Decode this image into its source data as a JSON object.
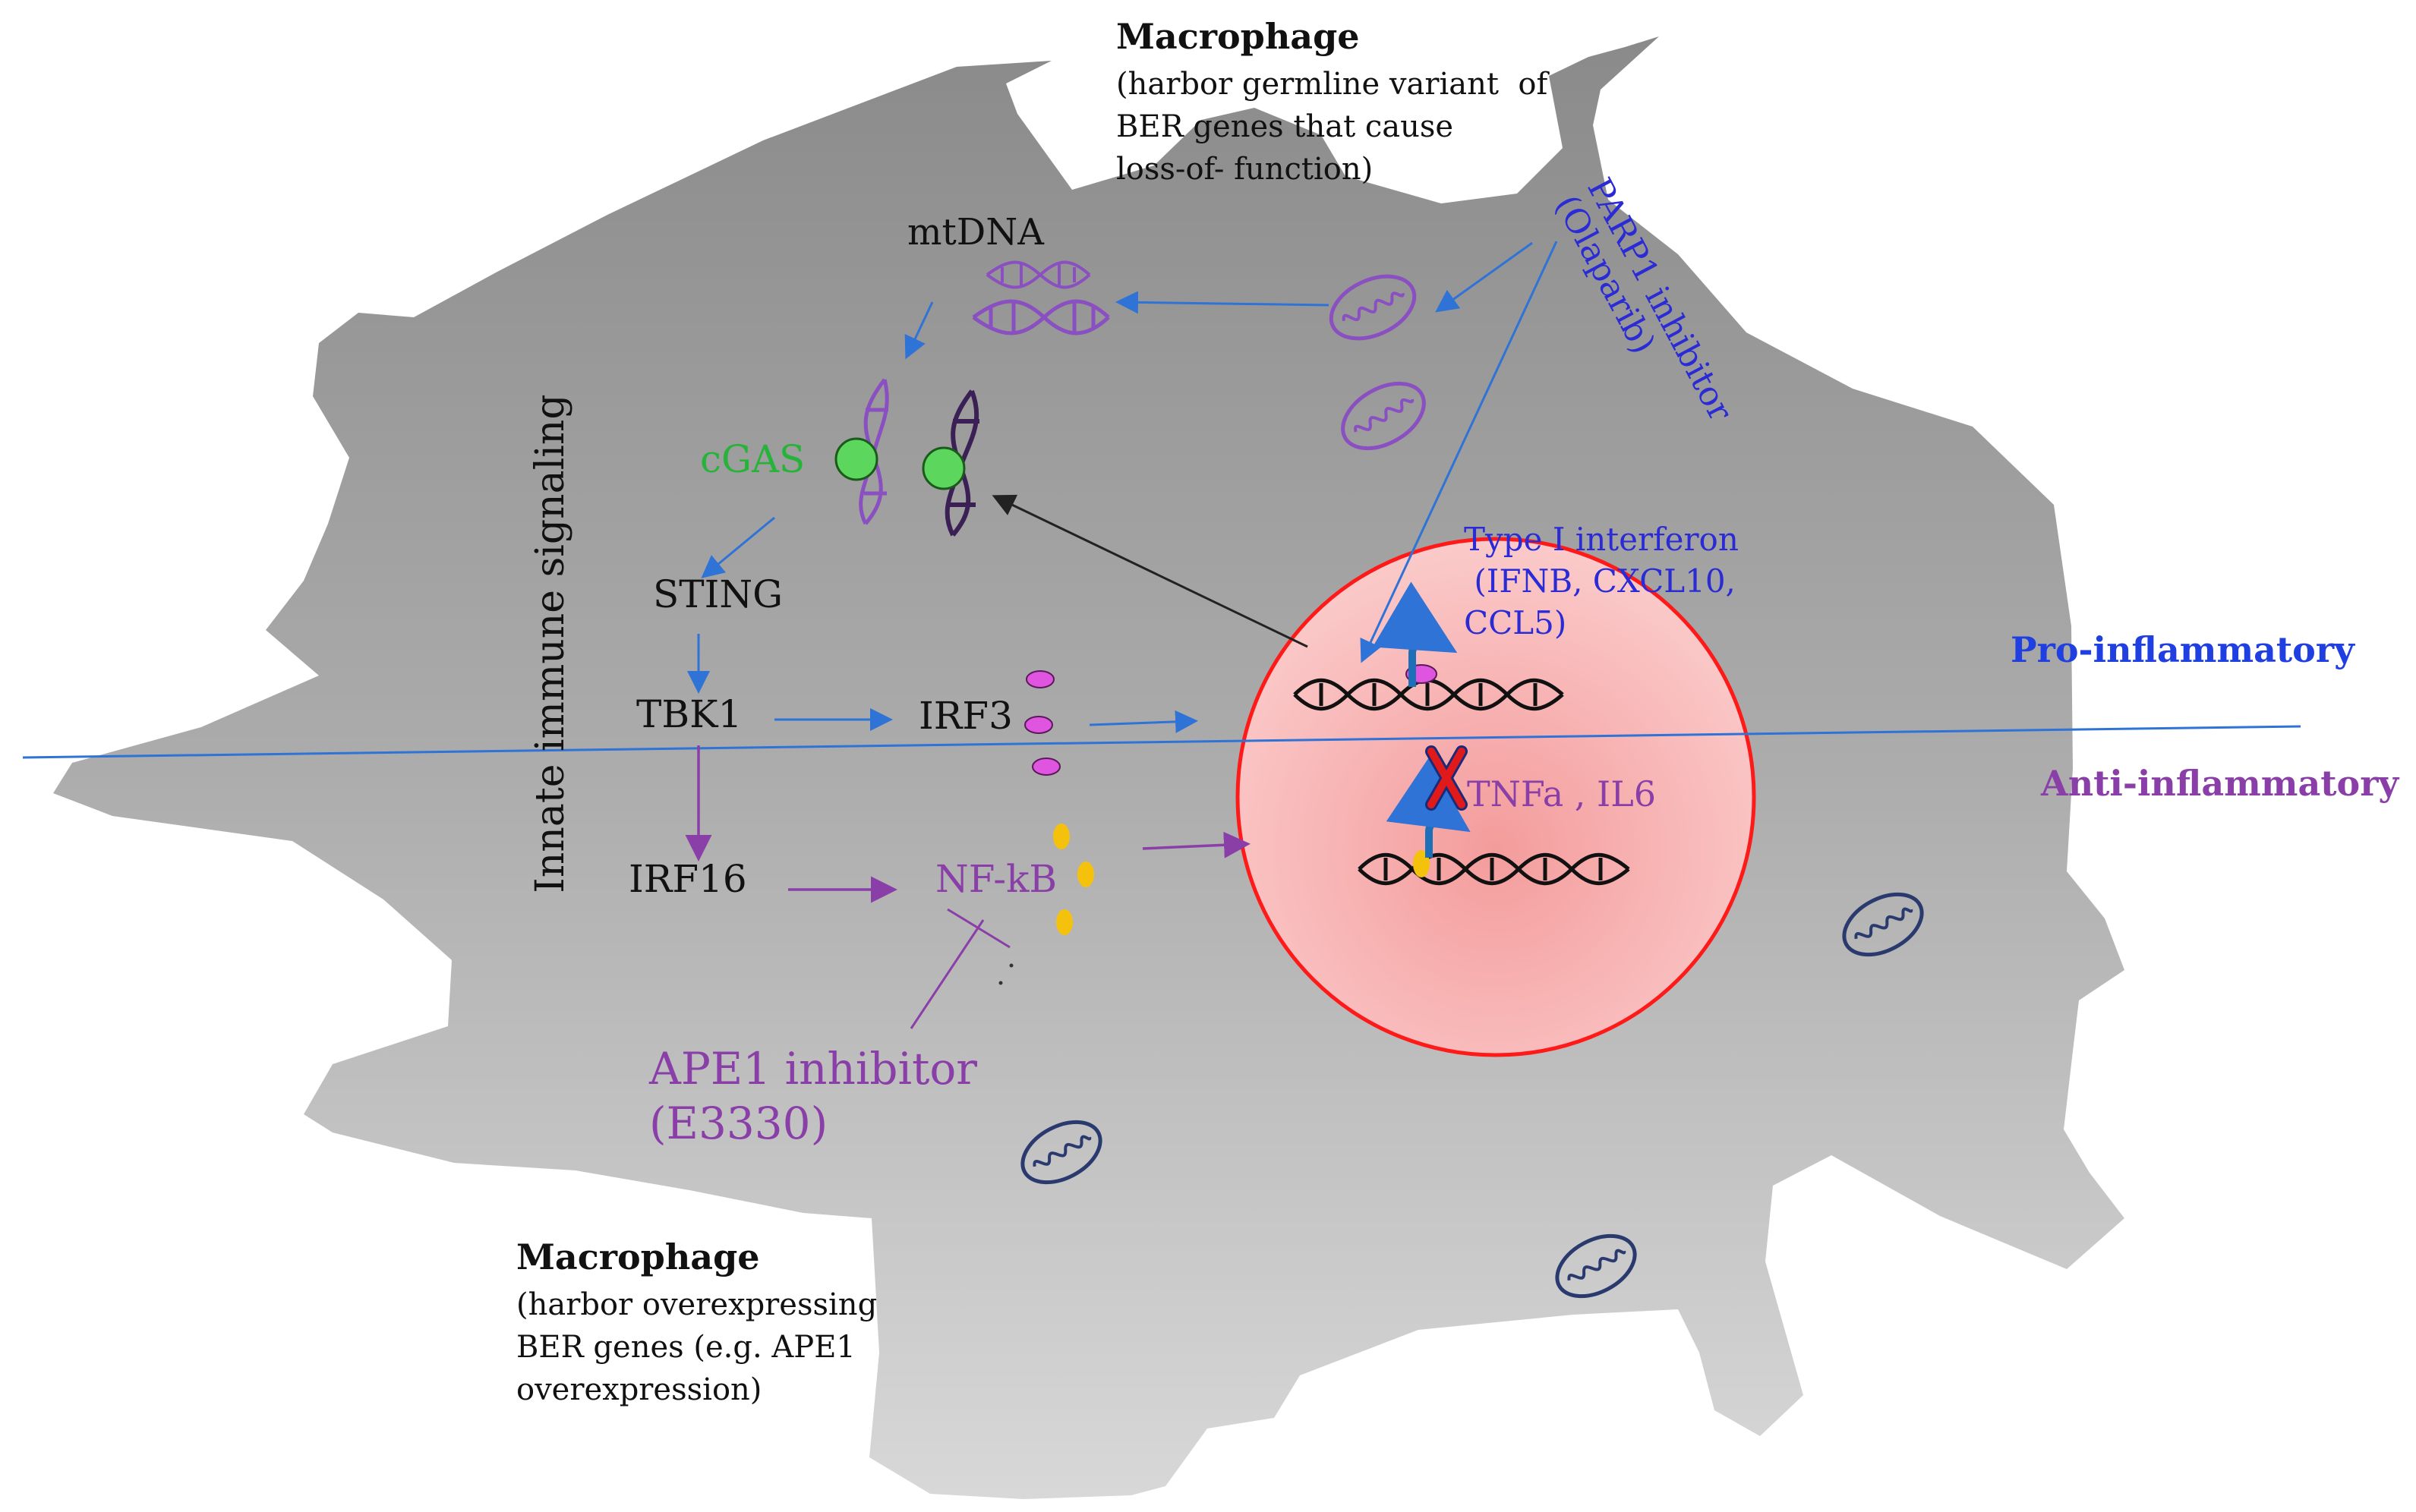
{
  "top_cell": {
    "title": "Macrophage",
    "desc_lines": [
      "(harbor germline variant  of",
      "BER genes that cause",
      "loss-of- function)"
    ]
  },
  "bottom_cell": {
    "title": "Macrophage",
    "desc_lines": [
      "(harbor overexpressing",
      "BER genes (e.g. APE1",
      "overexpression)"
    ]
  },
  "pathway": {
    "side_label": "Innate immune signaling",
    "mtdna": "mtDNA",
    "cgas": "cGAS",
    "sting": "STING",
    "tbk1": "TBK1",
    "irf3": "IRF3",
    "irf16": "IRF16",
    "nfkb": "NF-kB"
  },
  "parp_inhibitor": {
    "line1": "PARP1 inhibitor",
    "line2": "(Olaparib)"
  },
  "ape1_inhibitor": {
    "line1": "APE1 inhibitor",
    "line2": "(E3330)"
  },
  "nucleus": {
    "interferon_lines": [
      "Type I interferon",
      " (IFNB, CXCL10,",
      "CCL5)"
    ],
    "cytokines": "TNFa , IL6"
  },
  "zones": {
    "pro": "Pro-inflammatory",
    "anti": "Anti-inflammatory"
  },
  "colors": {
    "cell_top": "#8a8a8a",
    "cell_bottom": "#d4d4d4",
    "nucleus_fill": "#f7b4b4",
    "nucleus_stroke": "#ff1a1a",
    "blue_arrow": "#2f73d6",
    "purple_arrow": "#8a3fa8",
    "mito_purple": "#8a4fc0",
    "mito_navy": "#2a3a6e",
    "irf3_dot": "#e055e0",
    "nfkb_dot": "#f4c20d",
    "cgas_dot": "#5cd65c"
  }
}
